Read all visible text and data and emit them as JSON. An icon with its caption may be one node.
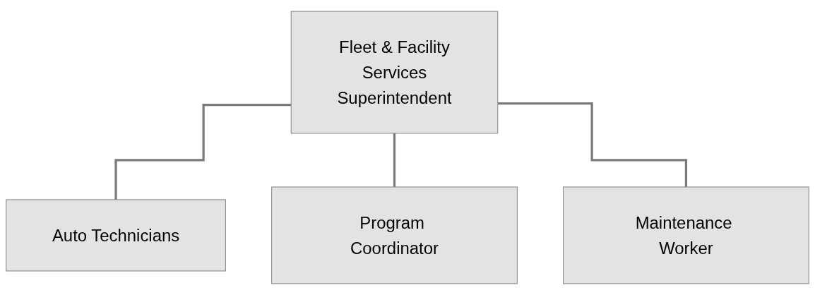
{
  "diagram": {
    "nodes": [
      {
        "text": [
          "Fleet & Facility Services Superintendent"
        ]
      },
      {
        "text": [
          "Auto Technicians"
        ]
      },
      {
        "text": [
          "Program Coordinator"
        ]
      },
      {
        "text": [
          "Maintenance Worker"
        ]
      }
    ],
    "edges": [
      {
        "from": 0,
        "to": 1,
        "arrow": "none"
      },
      {
        "from": 0,
        "to": 2,
        "arrow": "none"
      },
      {
        "from": 0,
        "to": 3,
        "arrow": "none"
      }
    ]
  }
}
